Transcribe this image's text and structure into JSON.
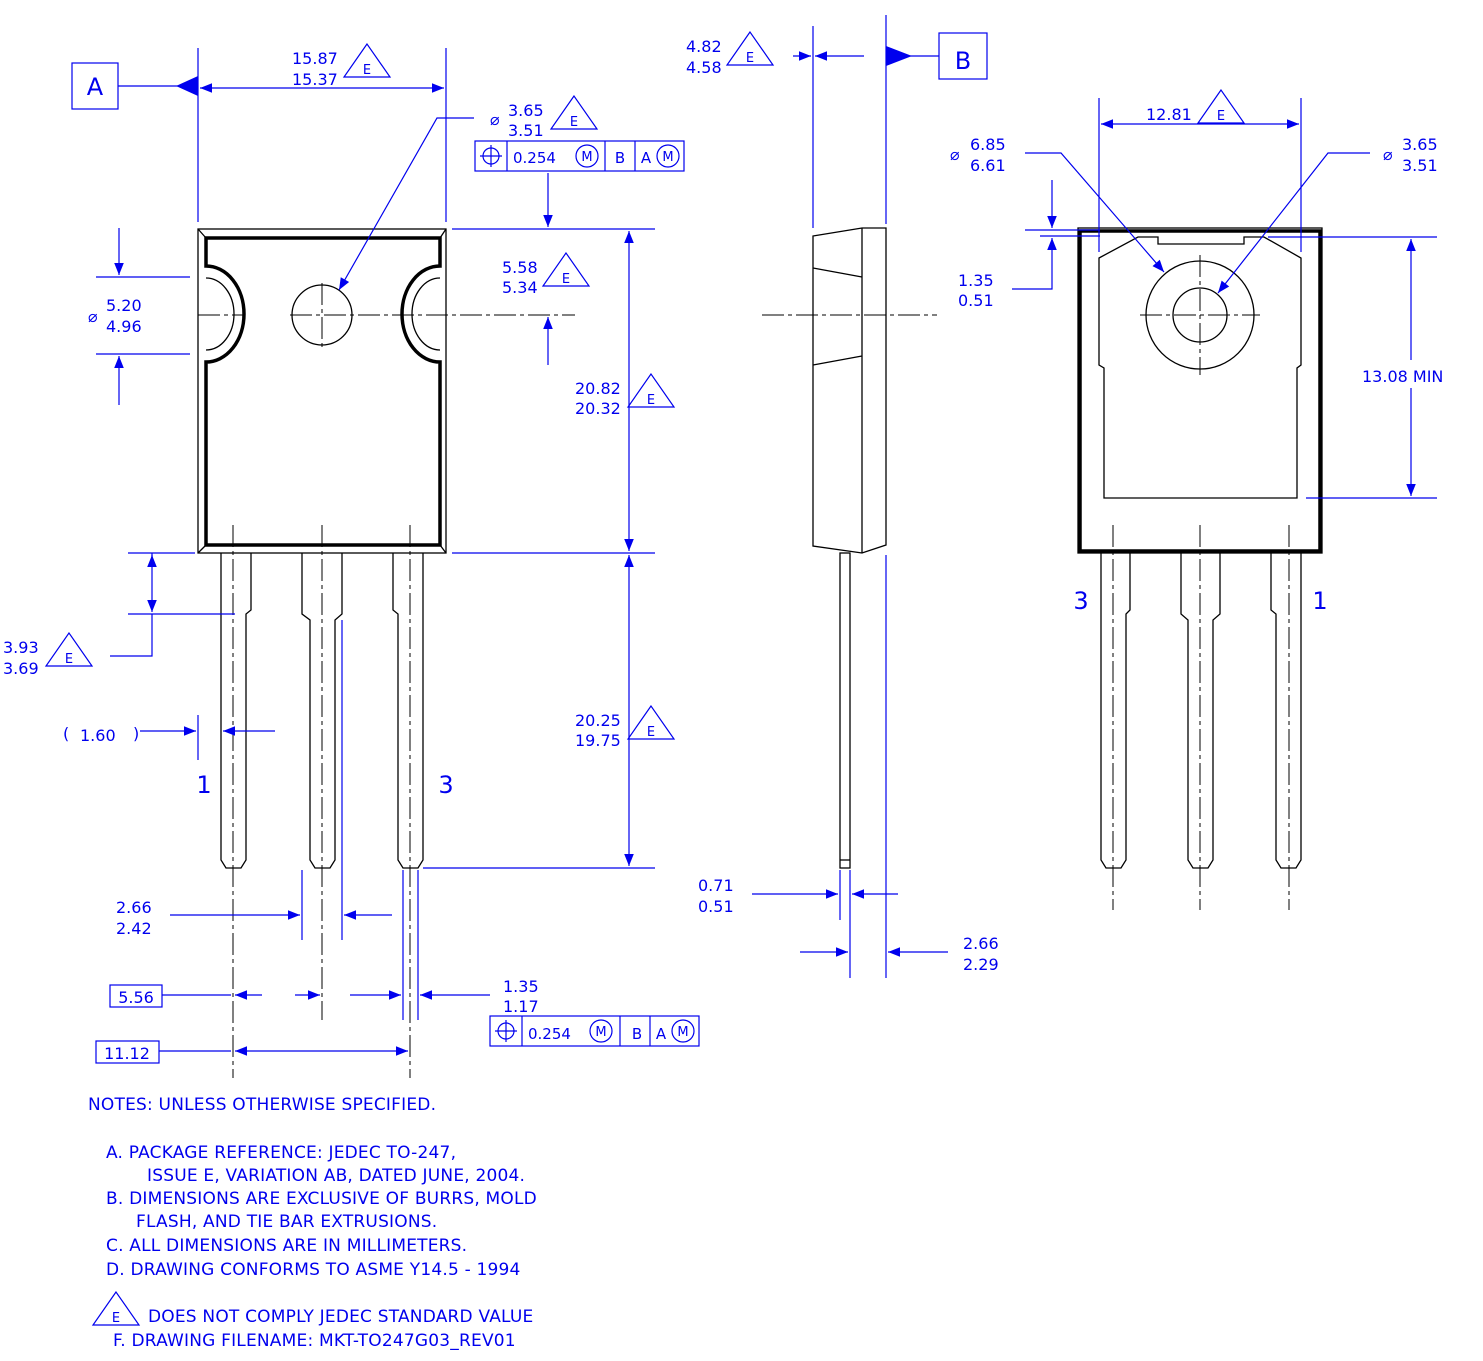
{
  "datums": {
    "a": "A",
    "b": "B"
  },
  "tri_label": "E",
  "fcf": {
    "top": {
      "tolerance": "0.254",
      "ref_b": "B",
      "ref_a": "A",
      "modifier": "M"
    },
    "bottom": {
      "tolerance": "0.254",
      "ref_b": "B",
      "ref_a": "A",
      "modifier": "M"
    }
  },
  "front": {
    "width_max": "15.87",
    "width_min": "15.37",
    "hole_dia_max": "3.65",
    "hole_dia_min": "3.51",
    "notch_dia_max": "5.20",
    "notch_dia_min": "4.96",
    "hole_offset_max": "5.58",
    "hole_offset_min": "5.34",
    "body_height_max": "20.82",
    "body_height_min": "20.32",
    "lead_length_max": "20.25",
    "lead_length_min": "19.75",
    "lead_shoulder_max": "3.93",
    "lead_shoulder_min": "3.69",
    "ref_width": "1.60",
    "paren_left": "(",
    "paren_right": ")",
    "lead_width_max": "2.66",
    "lead_width_min": "2.42",
    "pitch": "5.56",
    "span": "11.12",
    "lead_tip_max": "1.35",
    "lead_tip_min": "1.17",
    "pin_left": "1",
    "pin_right": "3"
  },
  "side": {
    "thickness_max": "4.82",
    "thickness_min": "4.58",
    "lead_thk_max": "0.71",
    "lead_thk_min": "0.51",
    "tab_thk_max": "2.66",
    "tab_thk_min": "2.29"
  },
  "back": {
    "pad_width": "12.81",
    "ring_dia_max": "6.85",
    "ring_dia_min": "6.61",
    "hole_dia_max": "3.65",
    "hole_dia_min": "3.51",
    "step_max": "1.35",
    "step_min": "0.51",
    "pad_height": "13.08 MIN",
    "pin_left": "3",
    "pin_right": "1"
  },
  "notes": {
    "heading": "NOTES: UNLESS OTHERWISE SPECIFIED.",
    "a1": "A.  PACKAGE REFERENCE: JEDEC TO-247,",
    "a2": "ISSUE E, VARIATION AB, DATED JUNE, 2004.",
    "b1": "B.  DIMENSIONS ARE EXCLUSIVE OF BURRS, MOLD",
    "b2": "FLASH, AND TIE BAR EXTRUSIONS.",
    "c": "C.  ALL DIMENSIONS ARE IN MILLIMETERS.",
    "d": "D.  DRAWING CONFORMS TO ASME Y14.5 - 1994",
    "e": "DOES NOT COMPLY JEDEC STANDARD VALUE",
    "f": "F.   DRAWING FILENAME: MKT-TO247G03_REV01"
  },
  "colors": {
    "dimension": "#0000ee",
    "outline": "#000000"
  }
}
